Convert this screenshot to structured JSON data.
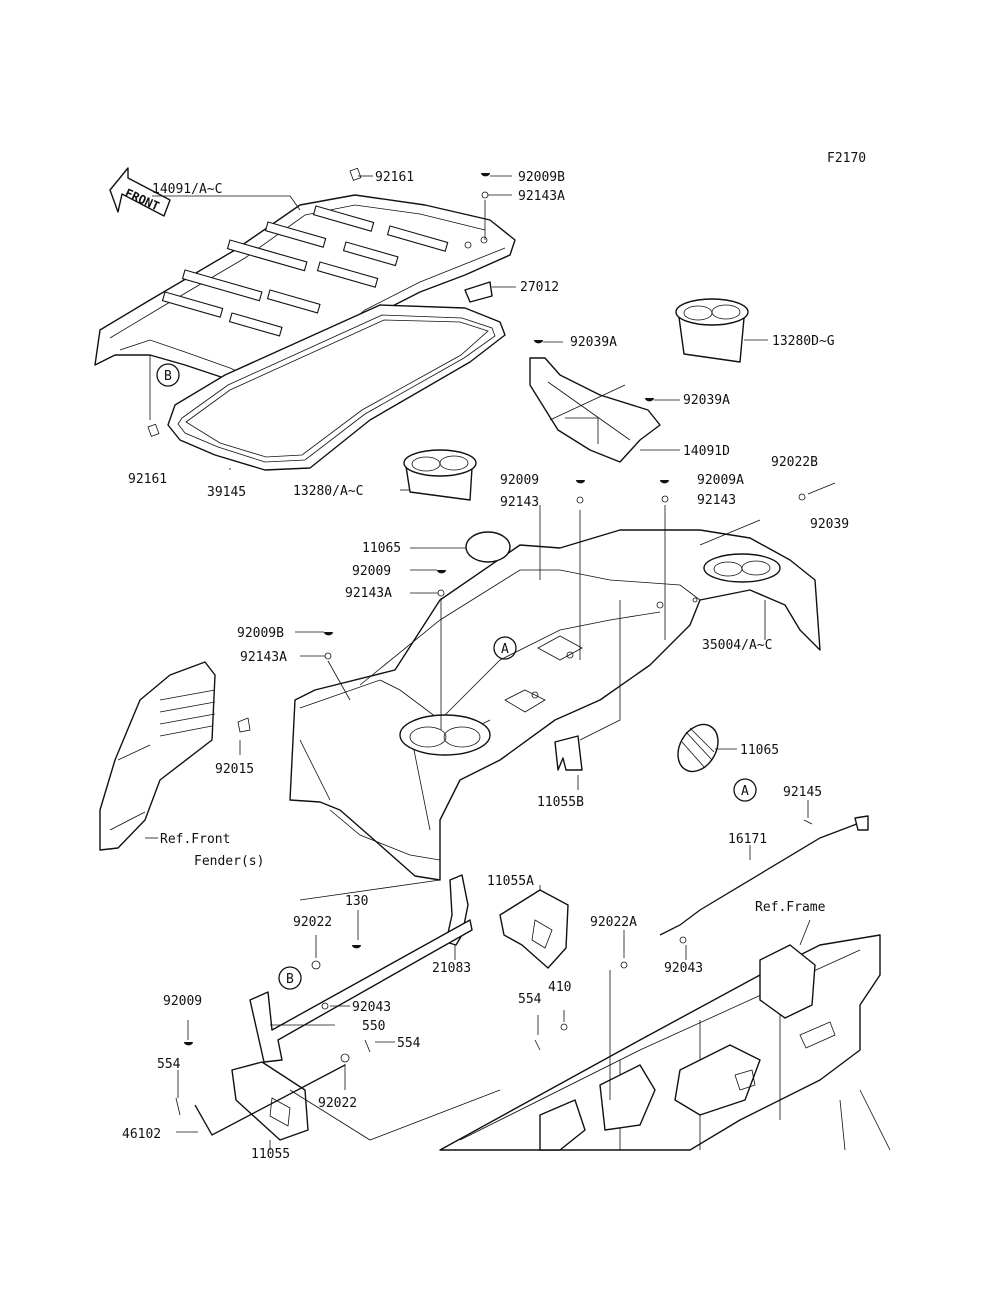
{
  "header": {
    "figure_code": "F2170",
    "direction_label": "FRONT"
  },
  "callouts": {
    "p92161_top": "92161",
    "p92009b_top": "92009B",
    "p92143a_top": "92143A",
    "p14091ac": "14091/A~C",
    "p27012": "27012",
    "p13280dg": "13280D~G",
    "p92039a_1": "92039A",
    "p92039a_2": "92039A",
    "p14091d": "14091D",
    "pB_1": "B",
    "p92161_bot": "92161",
    "p39145": "39145",
    "p13280ac": "13280/A~C",
    "p92009_1": "92009",
    "p92143_1": "92143",
    "p92009a": "92009A",
    "p92143_2": "92143",
    "p92022b": "92022B",
    "p92039": "92039",
    "p11065_1": "11065",
    "p92009_2": "92009",
    "p92143a_2": "92143A",
    "p92009b_2": "92009B",
    "p92143a_3": "92143A",
    "p35004ac": "35004/A~C",
    "pA_1": "A",
    "p11065_2": "11065",
    "pA_2": "A",
    "p92015": "92015",
    "p11055b": "11055B",
    "p92145": "92145",
    "p16171": "16171",
    "ref_front_1": "Ref.Front",
    "ref_front_2": "Fender(s)",
    "p130": "130",
    "p11055a": "11055A",
    "p92022_1": "92022",
    "pB_2": "B",
    "p92022a": "92022A",
    "ref_frame": "Ref.Frame",
    "p92043_1": "92043",
    "p21083": "21083",
    "p92009_3": "92009",
    "p92043_2": "92043",
    "p550": "550",
    "p554_1": "554",
    "p410": "410",
    "p554_2": "554",
    "p554_3": "554",
    "p92022_2": "92022",
    "p46102": "46102",
    "p11055": "11055"
  }
}
